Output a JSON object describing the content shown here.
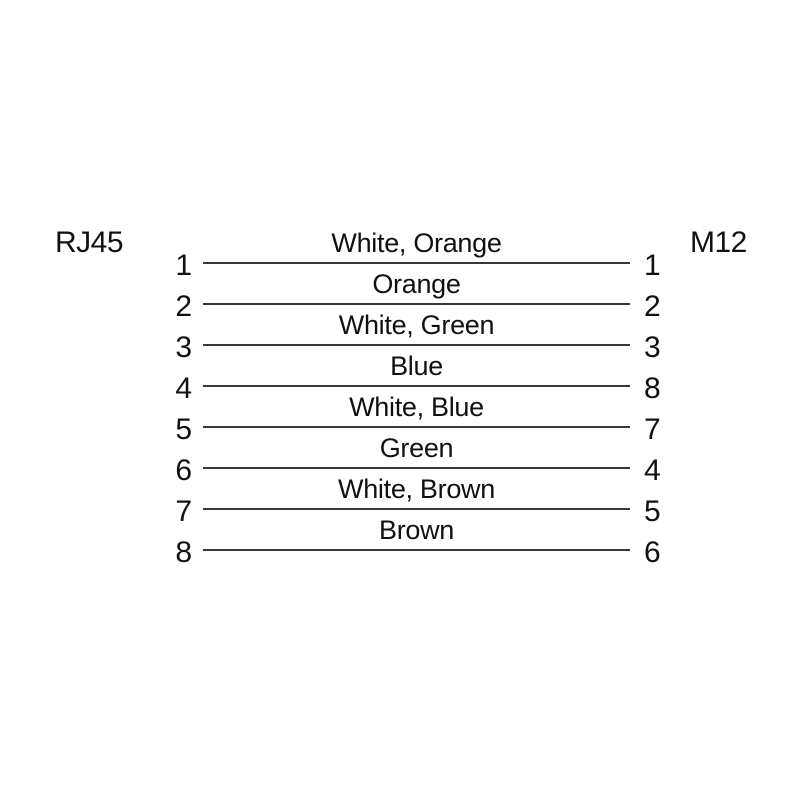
{
  "diagram": {
    "left_connector": "RJ45",
    "right_connector": "M12",
    "line_color": "#383838",
    "text_color": "#111111",
    "rows": [
      {
        "left_pin": "1",
        "wire": "White, Orange",
        "right_pin": "1"
      },
      {
        "left_pin": "2",
        "wire": "Orange",
        "right_pin": "2"
      },
      {
        "left_pin": "3",
        "wire": "White, Green",
        "right_pin": "3"
      },
      {
        "left_pin": "4",
        "wire": "Blue",
        "right_pin": "8"
      },
      {
        "left_pin": "5",
        "wire": "White, Blue",
        "right_pin": "7"
      },
      {
        "left_pin": "6",
        "wire": "Green",
        "right_pin": "4"
      },
      {
        "left_pin": "7",
        "wire": "White, Brown",
        "right_pin": "5"
      },
      {
        "left_pin": "8",
        "wire": "Brown",
        "right_pin": "6"
      }
    ]
  }
}
